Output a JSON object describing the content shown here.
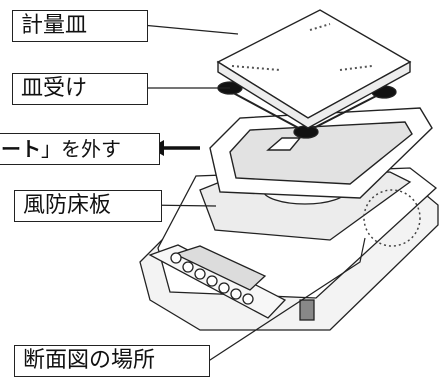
{
  "labels": {
    "pan": "計量皿",
    "pan_support": "皿受け",
    "remove_prefix": "ート",
    "remove_suffix": "」を外す",
    "floor": "風防床板",
    "section": "断面図の場所"
  }
}
